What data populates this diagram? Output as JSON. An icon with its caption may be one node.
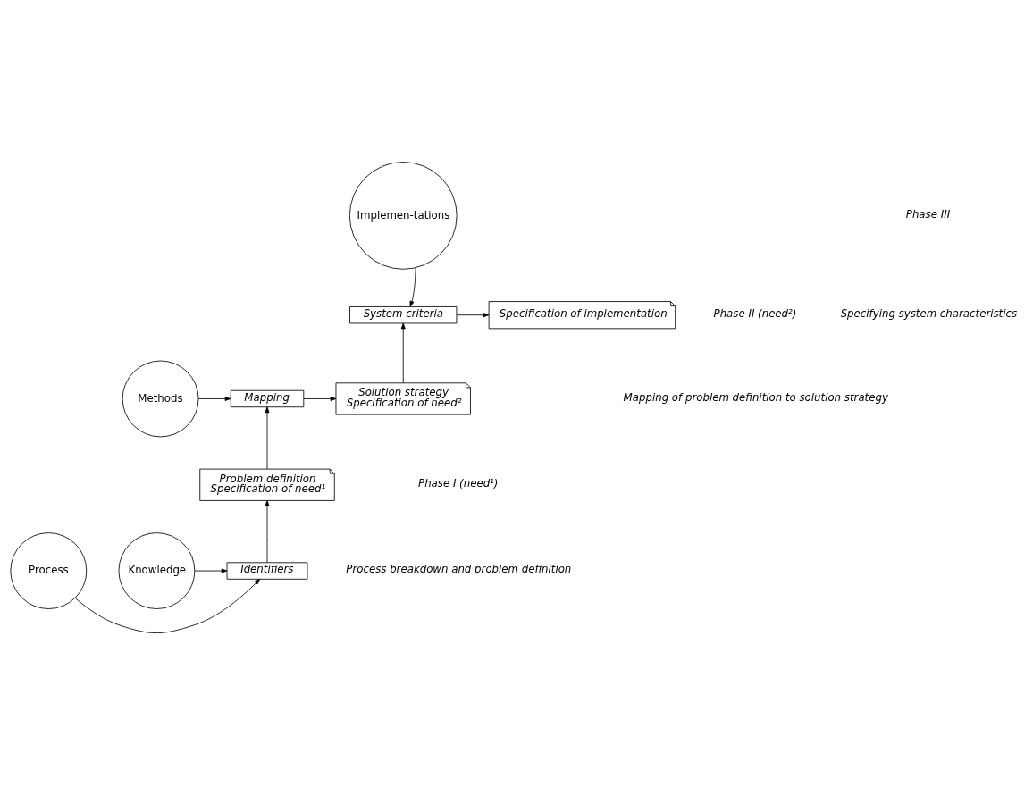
{
  "diagram": {
    "nodes": [
      {
        "text": [
          "Implemen-tations"
        ]
      },
      {
        "text": [
          "System criteria"
        ]
      },
      {
        "text": [
          "Specification of implementation"
        ]
      },
      {
        "text": [
          "Solution strategy",
          "Specification of need²"
        ]
      },
      {
        "text": [
          "Mapping"
        ]
      },
      {
        "text": [
          "Methods"
        ]
      },
      {
        "text": [
          "Problem definition",
          "Specification of need¹"
        ]
      },
      {
        "text": [
          "Process"
        ]
      },
      {
        "text": [
          "Identifiers"
        ]
      },
      {
        "text": [
          "Knowledge"
        ]
      }
    ],
    "edges": [
      {
        "from": 0,
        "to": 1,
        "arrow": "to"
      },
      {
        "from": 1,
        "to": 2,
        "arrow": "to"
      },
      {
        "from": 3,
        "to": 1,
        "arrow": "to"
      },
      {
        "from": 4,
        "to": 3,
        "arrow": "to"
      },
      {
        "from": 5,
        "to": 4,
        "arrow": "to"
      },
      {
        "from": 6,
        "to": 4,
        "arrow": "to"
      },
      {
        "from": 8,
        "to": 6,
        "arrow": "to"
      },
      {
        "from": 7,
        "to": 8,
        "arrow": "to"
      },
      {
        "from": 9,
        "to": 8,
        "arrow": "to"
      }
    ],
    "labels": [
      "Phase III",
      "Specifying system characteristics",
      "Phase II (need²)",
      "Mapping of problem definition to solution strategy",
      "Phase I (need¹)",
      "Process breakdown and problem definition"
    ]
  }
}
